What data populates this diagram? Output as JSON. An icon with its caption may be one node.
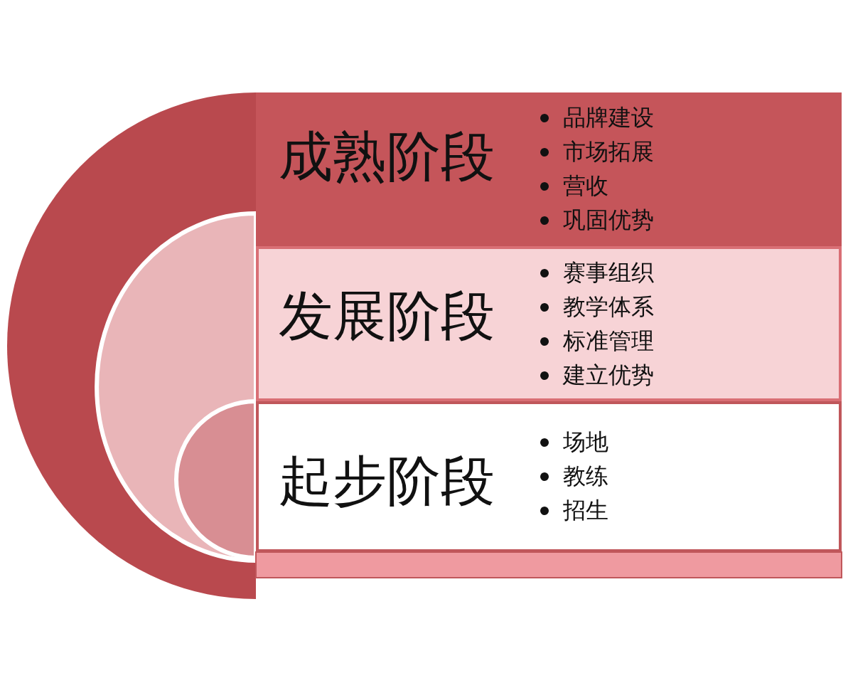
{
  "diagram": {
    "nodes": [
      {
        "text": [
          "成熟阶段",
          "品牌建设",
          "市场拓展",
          "营收",
          "巩固优势"
        ]
      },
      {
        "text": [
          "发展阶段",
          "赛事组织",
          "教学体系",
          "标准管理",
          "建立优势"
        ]
      },
      {
        "text": [
          "起步阶段",
          "场地",
          "教练",
          "招生"
        ]
      }
    ]
  }
}
